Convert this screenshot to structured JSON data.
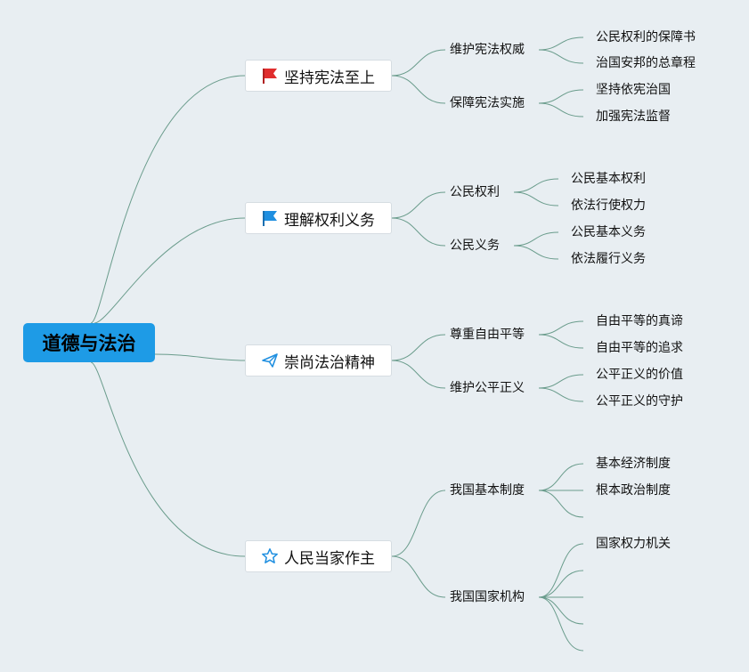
{
  "root": {
    "label": "道德与法治"
  },
  "branches": [
    {
      "label": "坚持宪法至上",
      "icon": "red-flag-icon",
      "children": [
        {
          "label": "维护宪法权威",
          "children": [
            "公民权利的保障书",
            "治国安邦的总章程"
          ]
        },
        {
          "label": "保障宪法实施",
          "children": [
            "坚持依宪治国",
            "加强宪法监督"
          ]
        }
      ]
    },
    {
      "label": "理解权利义务",
      "icon": "blue-flag-icon",
      "children": [
        {
          "label": "公民权利",
          "children": [
            "公民基本权利",
            "依法行使权力"
          ]
        },
        {
          "label": "公民义务",
          "children": [
            "公民基本义务",
            "依法履行义务"
          ]
        }
      ]
    },
    {
      "label": "崇尚法治精神",
      "icon": "paper-plane-icon",
      "children": [
        {
          "label": "尊重自由平等",
          "children": [
            "自由平等的真谛",
            "自由平等的追求"
          ]
        },
        {
          "label": "维护公平正义",
          "children": [
            "公平正义的价值",
            "公平正义的守护"
          ]
        }
      ]
    },
    {
      "label": "人民当家作主",
      "icon": "star-outline-icon",
      "children": [
        {
          "label": "我国基本制度",
          "children": [
            "基本经济制度",
            "根本政治制度",
            ""
          ]
        },
        {
          "label": "我国国家机构",
          "children": [
            "国家权力机关",
            "",
            "",
            "",
            ""
          ]
        }
      ]
    }
  ],
  "colors": {
    "background": "#e8eef2",
    "root": "#1e9be6",
    "connector": "#6a9c8c",
    "flag_red": "#e02d2d",
    "flag_blue": "#1f8fe0"
  }
}
